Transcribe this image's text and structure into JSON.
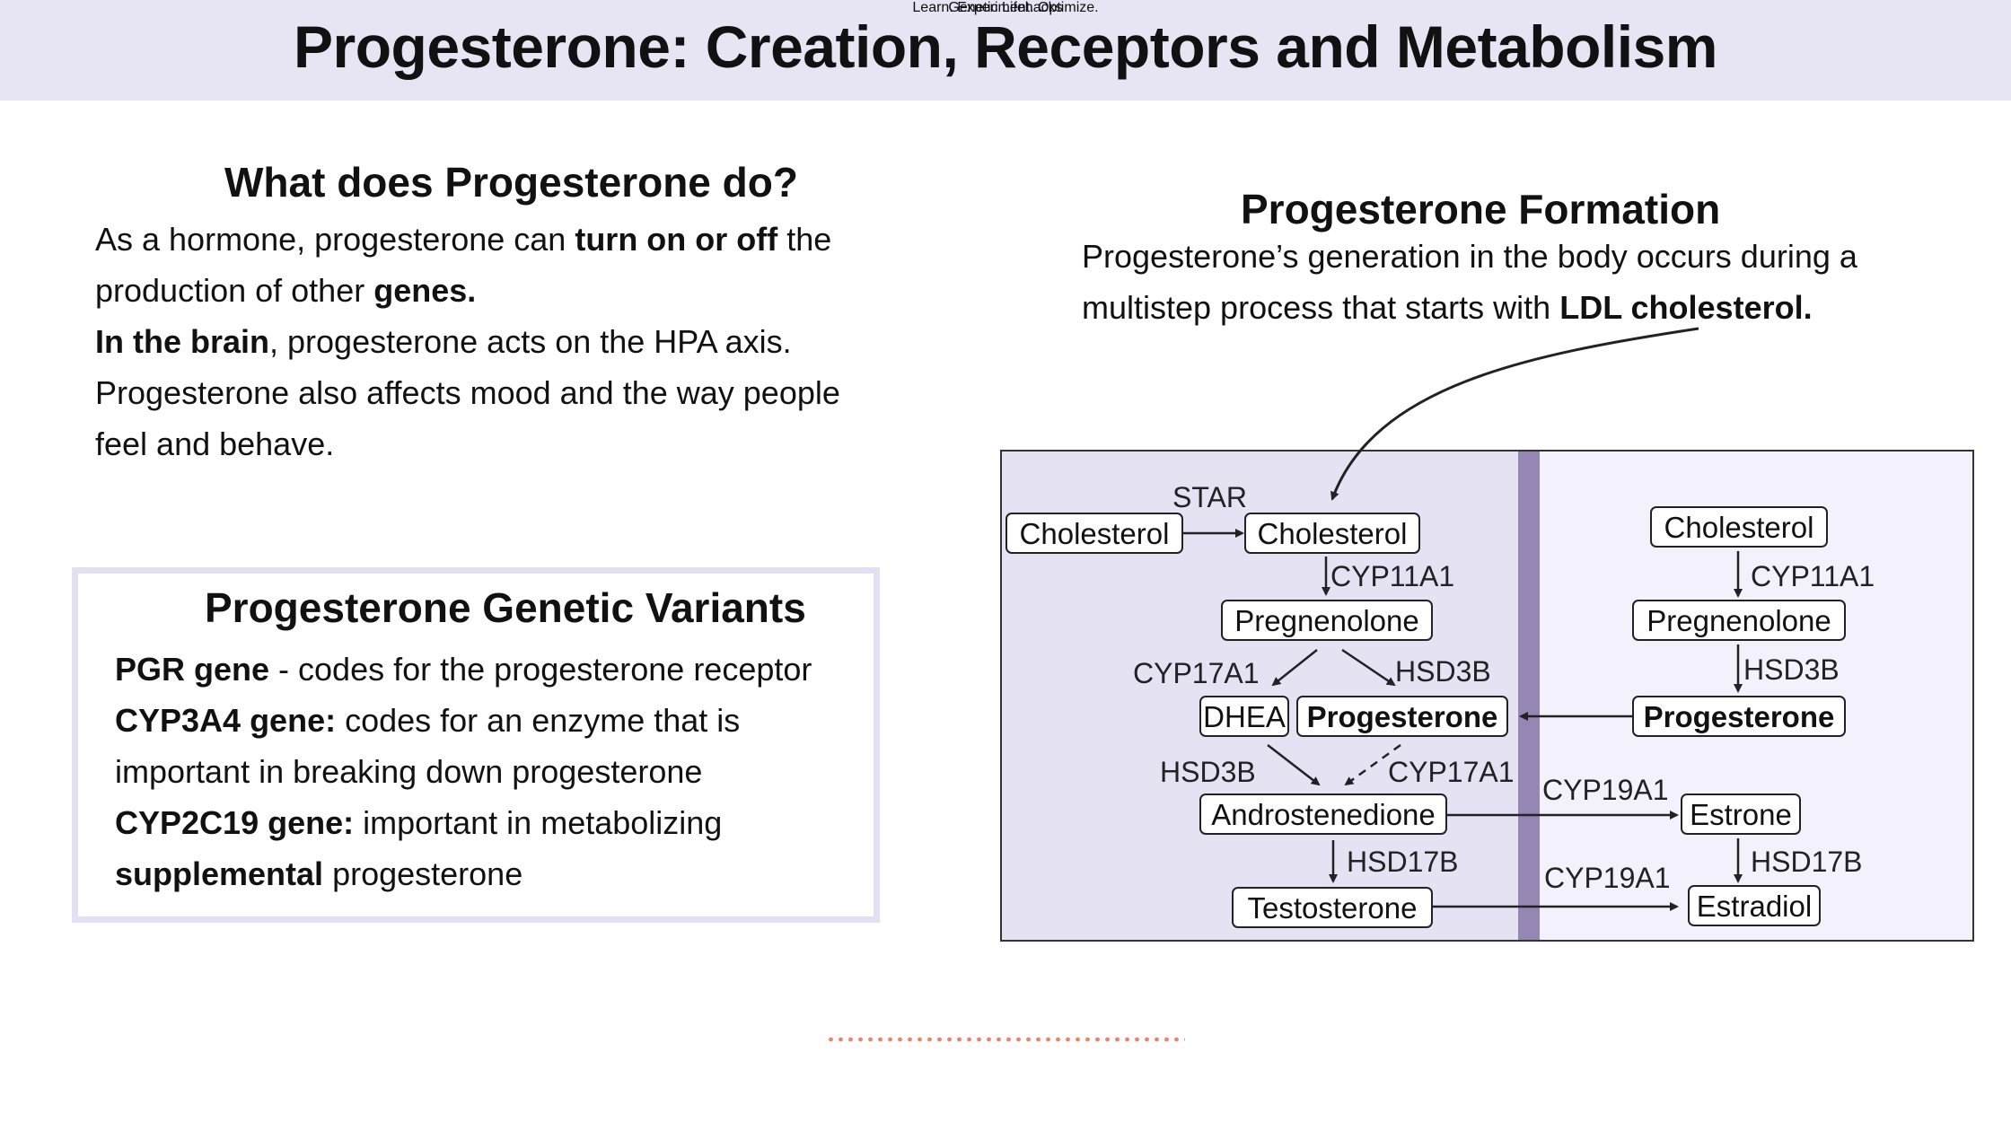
{
  "header": {
    "title": "Progesterone: Creation, Receptors and Metabolism"
  },
  "what_does": {
    "title": "What does Progesterone do?",
    "lines": [
      [
        "As a hormone, progesterone can ",
        "turn on or off",
        " the"
      ],
      [
        "production of other ",
        "genes.",
        ""
      ],
      [
        "",
        "In the brain",
        ", progesterone acts on the HPA axis."
      ],
      [
        "Progesterone also affects mood and the way people",
        "",
        ""
      ],
      [
        "feel and behave.",
        "",
        ""
      ]
    ]
  },
  "variants": {
    "title": "Progesterone Genetic Variants",
    "lines": [
      [
        "",
        "PGR gene",
        " - codes for the progesterone receptor"
      ],
      [
        "",
        "CYP3A4 gene:",
        " codes for an enzyme that is"
      ],
      [
        "important in breaking down progesterone",
        "",
        ""
      ],
      [
        "",
        "CYP2C19 gene:",
        " important in metabolizing"
      ],
      [
        "",
        "supplemental",
        " progesterone"
      ]
    ]
  },
  "formation": {
    "title": "Progesterone Formation",
    "lines": [
      [
        "Progesterone’s generation in the body occurs during a",
        "",
        ""
      ],
      [
        "multistep process that starts with ",
        "LDL cholesterol.",
        ""
      ]
    ]
  },
  "pathway": {
    "nodes": {
      "chol_outer": "Cholesterol",
      "chol_inner": "Cholesterol",
      "preg_left": "Pregnenolone",
      "dhea": "DHEA",
      "prog_left": "Progesterone",
      "andro": "Androstenedione",
      "testo": "Testosterone",
      "chol_right": "Cholesterol",
      "preg_right": "Pregnenolone",
      "prog_right": "Progesterone",
      "estrone": "Estrone",
      "estradiol": "Estradiol"
    },
    "enzymes": {
      "star": "STAR",
      "cyp11a1_left": "CYP11A1",
      "cyp17a1_top": "CYP17A1",
      "hsd3b_top": "HSD3B",
      "hsd3b_mid": "HSD3B",
      "cyp17a1_mid": "CYP17A1",
      "hsd17b_left": "HSD17B",
      "cyp19a1_top": "CYP19A1",
      "cyp19a1_bottom": "CYP19A1",
      "cyp11a1_right": "CYP11A1",
      "hsd3b_right": "HSD3B",
      "hsd17b_right": "HSD17B"
    },
    "colors": {
      "left_zone": "#e5e2f3",
      "right_zone": "#f3f1fb",
      "membrane": "#9586b4"
    }
  },
  "logo": {
    "name": "Genetic Lifehacks",
    "tagline": "Learn. Experiment. Optimize.",
    "name_color": "#555555",
    "tagline_color": "#1d7a73"
  },
  "colors": {
    "header_bg": "#e7e4f4",
    "box_border": "#e4e0f3"
  }
}
